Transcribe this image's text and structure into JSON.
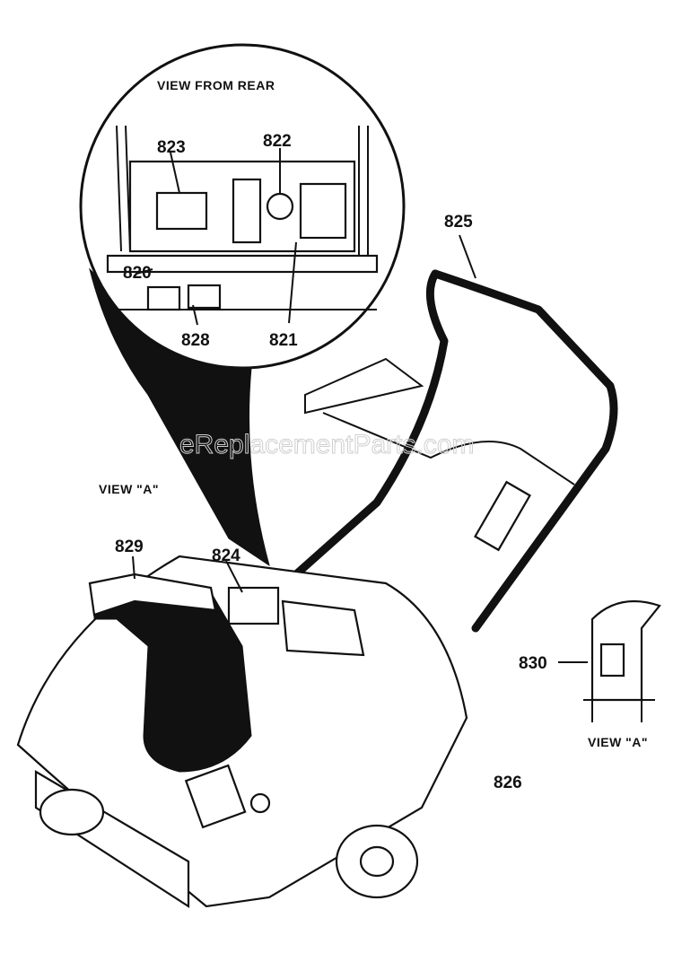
{
  "view_from_rear": "VIEW FROM REAR",
  "view_a_top": "VIEW \"A\"",
  "view_a_bottom": "VIEW \"A\"",
  "watermark": "eReplacementParts.com",
  "callouts": {
    "p823": "823",
    "p822": "822",
    "p820": "820",
    "p828": "828",
    "p821": "821",
    "p825": "825",
    "p829": "829",
    "p824": "824",
    "p830": "830",
    "p826": "826"
  }
}
